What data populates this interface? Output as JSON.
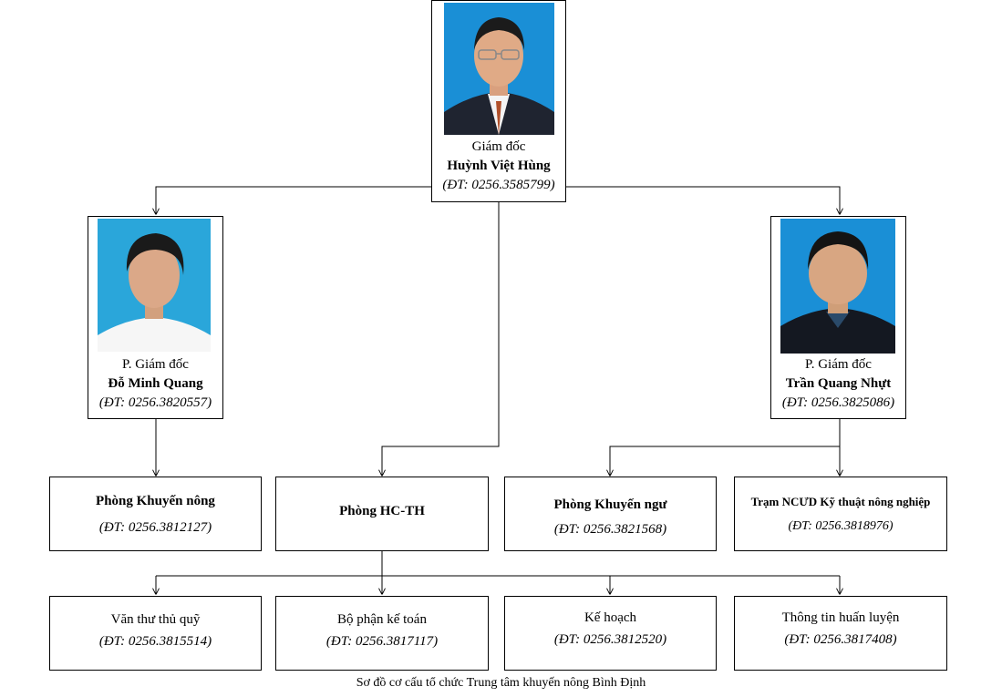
{
  "colors": {
    "line": "#000000",
    "photo_bg_blue": "#1a8fd6",
    "photo_bg_cyan": "#2aa6da"
  },
  "director": {
    "role": "Giám đốc",
    "name": "Huỳnh Việt Hùng",
    "phone": "(ĐT: 0256.3585799)"
  },
  "deputy_left": {
    "role": "P. Giám đốc",
    "name": "Đỗ Minh Quang",
    "phone": "(ĐT: 0256.3820557)"
  },
  "deputy_right": {
    "role": "P. Giám đốc",
    "name": "Trần Quang Nhựt",
    "phone": "(ĐT: 0256.3825086)"
  },
  "departments": [
    {
      "name": "Phòng Khuyến nông",
      "phone": "(ĐT: 0256.3812127)"
    },
    {
      "name": "Phòng HC-TH",
      "phone": ""
    },
    {
      "name": "Phòng Khuyến ngư",
      "phone": "(ĐT: 0256.3821568)"
    },
    {
      "name": "Trạm NCƯD Kỹ thuật nông nghiệp",
      "phone": "(ĐT: 0256.3818976)"
    }
  ],
  "units": [
    {
      "name": "Văn thư thủ quỹ",
      "phone": "(ĐT: 0256.3815514)"
    },
    {
      "name": "Bộ phận kế toán",
      "phone": "(ĐT: 0256.3817117)"
    },
    {
      "name": "Kế hoạch",
      "phone": "(ĐT: 0256.3812520)"
    },
    {
      "name": "Thông tin huấn luyện",
      "phone": "(ĐT: 0256.3817408)"
    }
  ],
  "footer": "Sơ đồ cơ cấu tổ chức Trung tâm khuyến nông Bình Định"
}
